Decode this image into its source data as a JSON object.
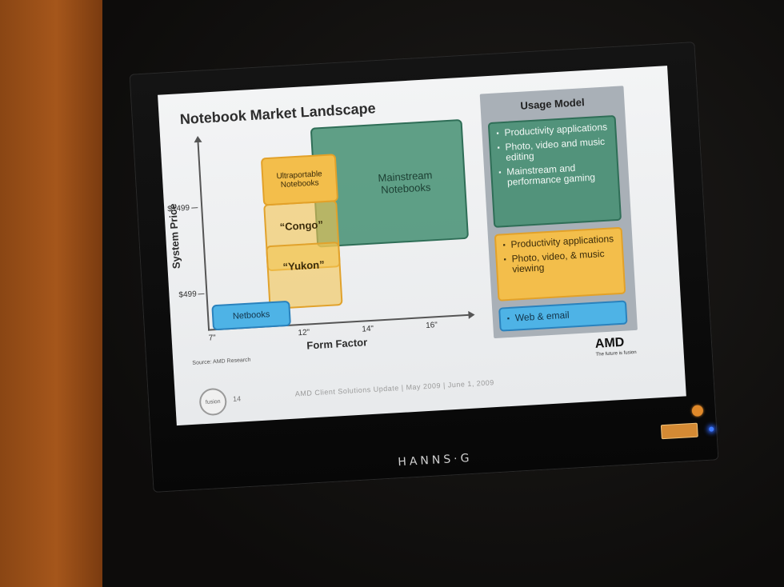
{
  "slide": {
    "title": "Notebook Market Landscape",
    "y_axis_label": "System Price",
    "x_axis_label": "Form Factor",
    "y_ticks": [
      "$1499",
      "$499"
    ],
    "x_ticks": [
      "7\"",
      "12\"",
      "14\"",
      "16\""
    ],
    "segments": {
      "ultraportable": "Ultraportable Notebooks",
      "mainstream": "Mainstream Notebooks",
      "congo": "“Congo”",
      "yukon": "“Yukon”",
      "netbooks": "Netbooks"
    },
    "usage_model": {
      "title": "Usage Model",
      "green_items": [
        "Productivity applications",
        "Photo, video and music editing",
        "Mainstream and performance gaming"
      ],
      "orange_items": [
        "Productivity applications",
        "Photo, video, & music viewing"
      ],
      "blue_items": [
        "Web & email"
      ]
    },
    "source": "Source: AMD Research",
    "footer": "AMD Client Solutions Update | May 2009 | June 1, 2009",
    "page_number": "14",
    "fusion_logo_text": "fusion",
    "logo": {
      "brand": "AMD",
      "tagline": "The future is fusion"
    }
  },
  "monitor": {
    "brand": "HANNS·G"
  },
  "colors": {
    "green": "#3e8c6e",
    "orange": "#f3be4b",
    "blue": "#4eb3e6",
    "panel_gray": "#a9b0b7",
    "wall": "#a5561b"
  }
}
